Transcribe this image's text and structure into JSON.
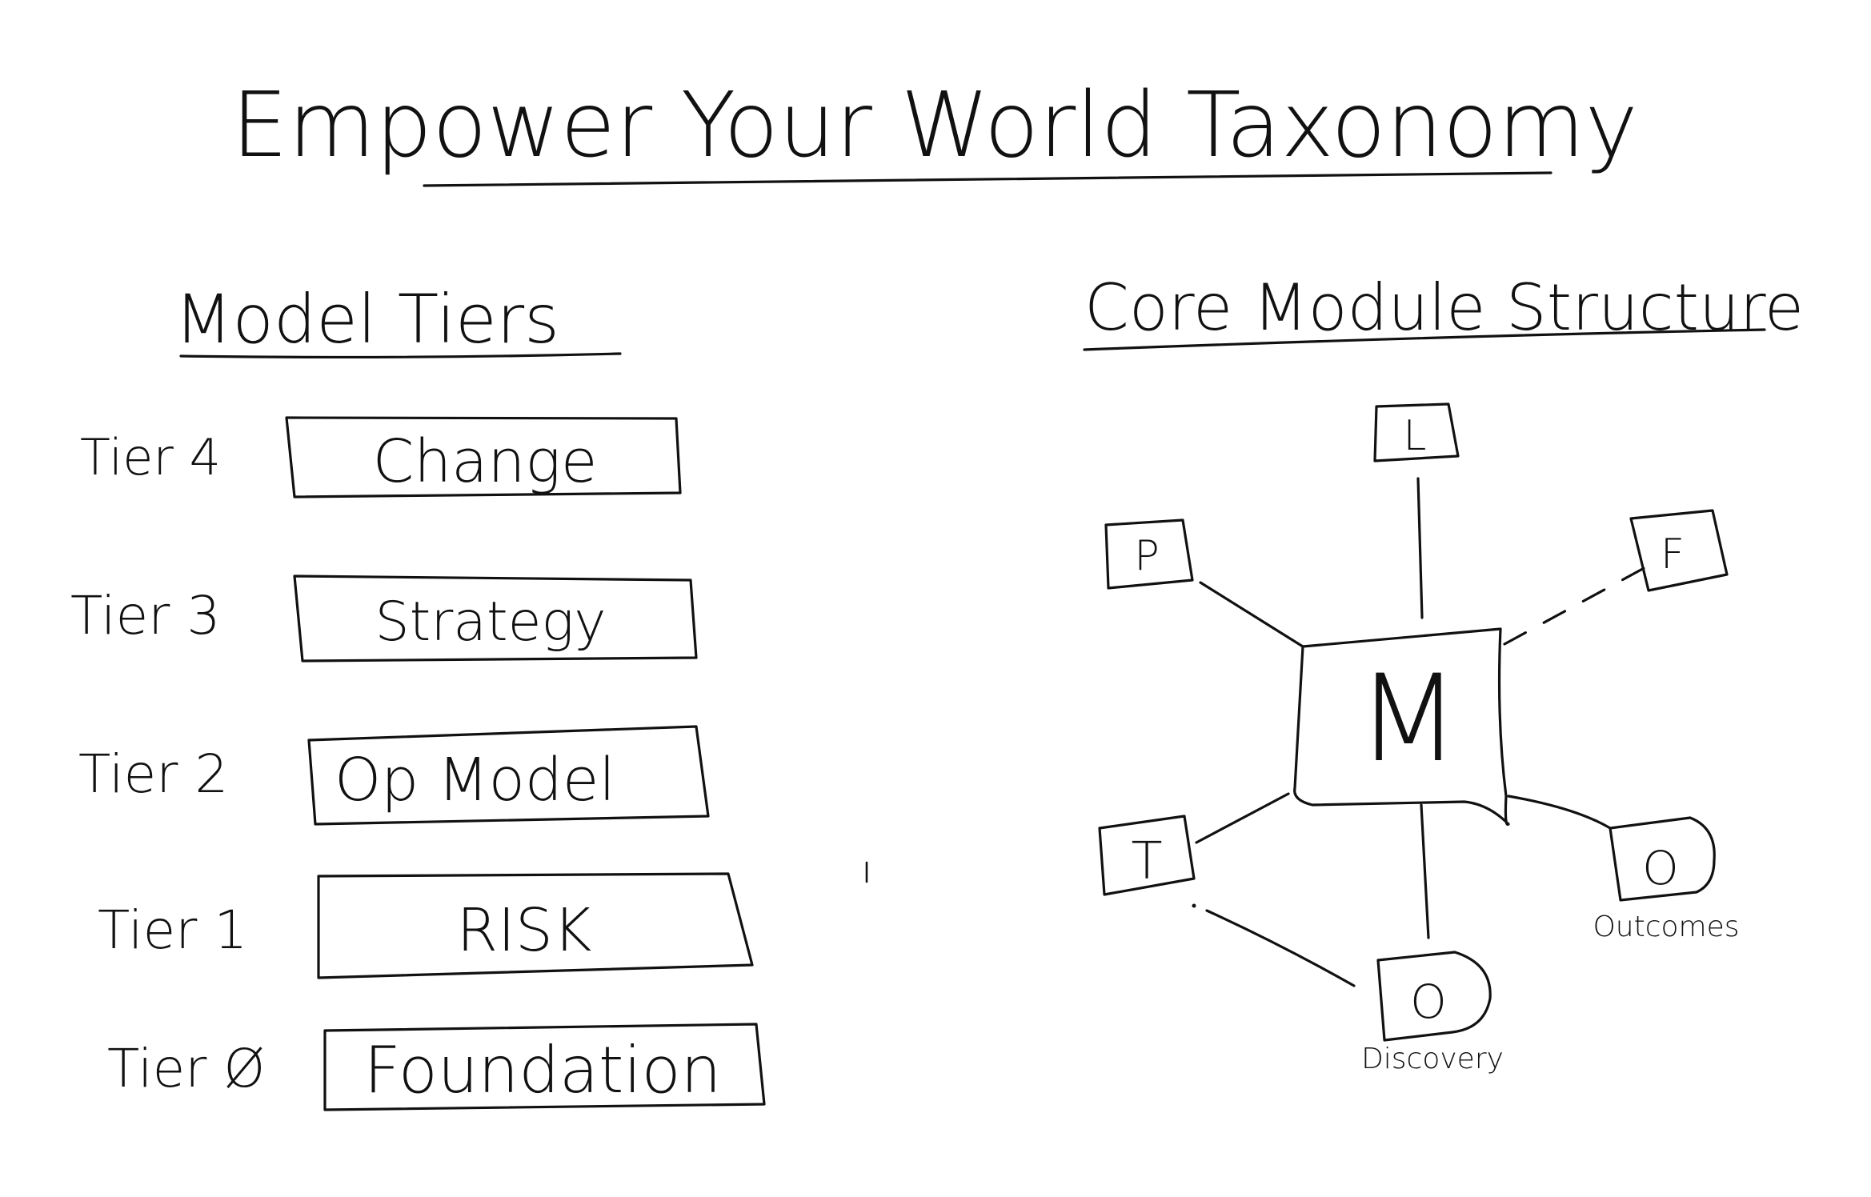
{
  "title": "Empower Your World Taxonomy",
  "tiers": {
    "heading": "Model Tiers",
    "items": [
      {
        "label": "Tier 4",
        "name": "Change"
      },
      {
        "label": "Tier 3",
        "name": "Strategy"
      },
      {
        "label": "Tier 2",
        "name": "Op Model"
      },
      {
        "label": "Tier 1",
        "name": "RISK"
      },
      {
        "label": "Tier Ø",
        "name": "Foundation"
      }
    ]
  },
  "modules": {
    "heading": "Core Module Structure",
    "center": "M",
    "nodes": [
      {
        "id": "L",
        "letter": "L",
        "caption": "",
        "link": "solid"
      },
      {
        "id": "P",
        "letter": "P",
        "caption": "",
        "link": "solid"
      },
      {
        "id": "F",
        "letter": "F",
        "caption": "",
        "link": "dashed"
      },
      {
        "id": "T",
        "letter": "T",
        "caption": "",
        "link": "solid"
      },
      {
        "id": "Outcomes",
        "letter": "O",
        "caption": "Outcomes",
        "link": "solid"
      },
      {
        "id": "Discovery",
        "letter": "O",
        "caption": "Discovery",
        "link": "solid"
      }
    ],
    "extra_links": [
      {
        "from": "T",
        "to": "Discovery"
      }
    ]
  }
}
